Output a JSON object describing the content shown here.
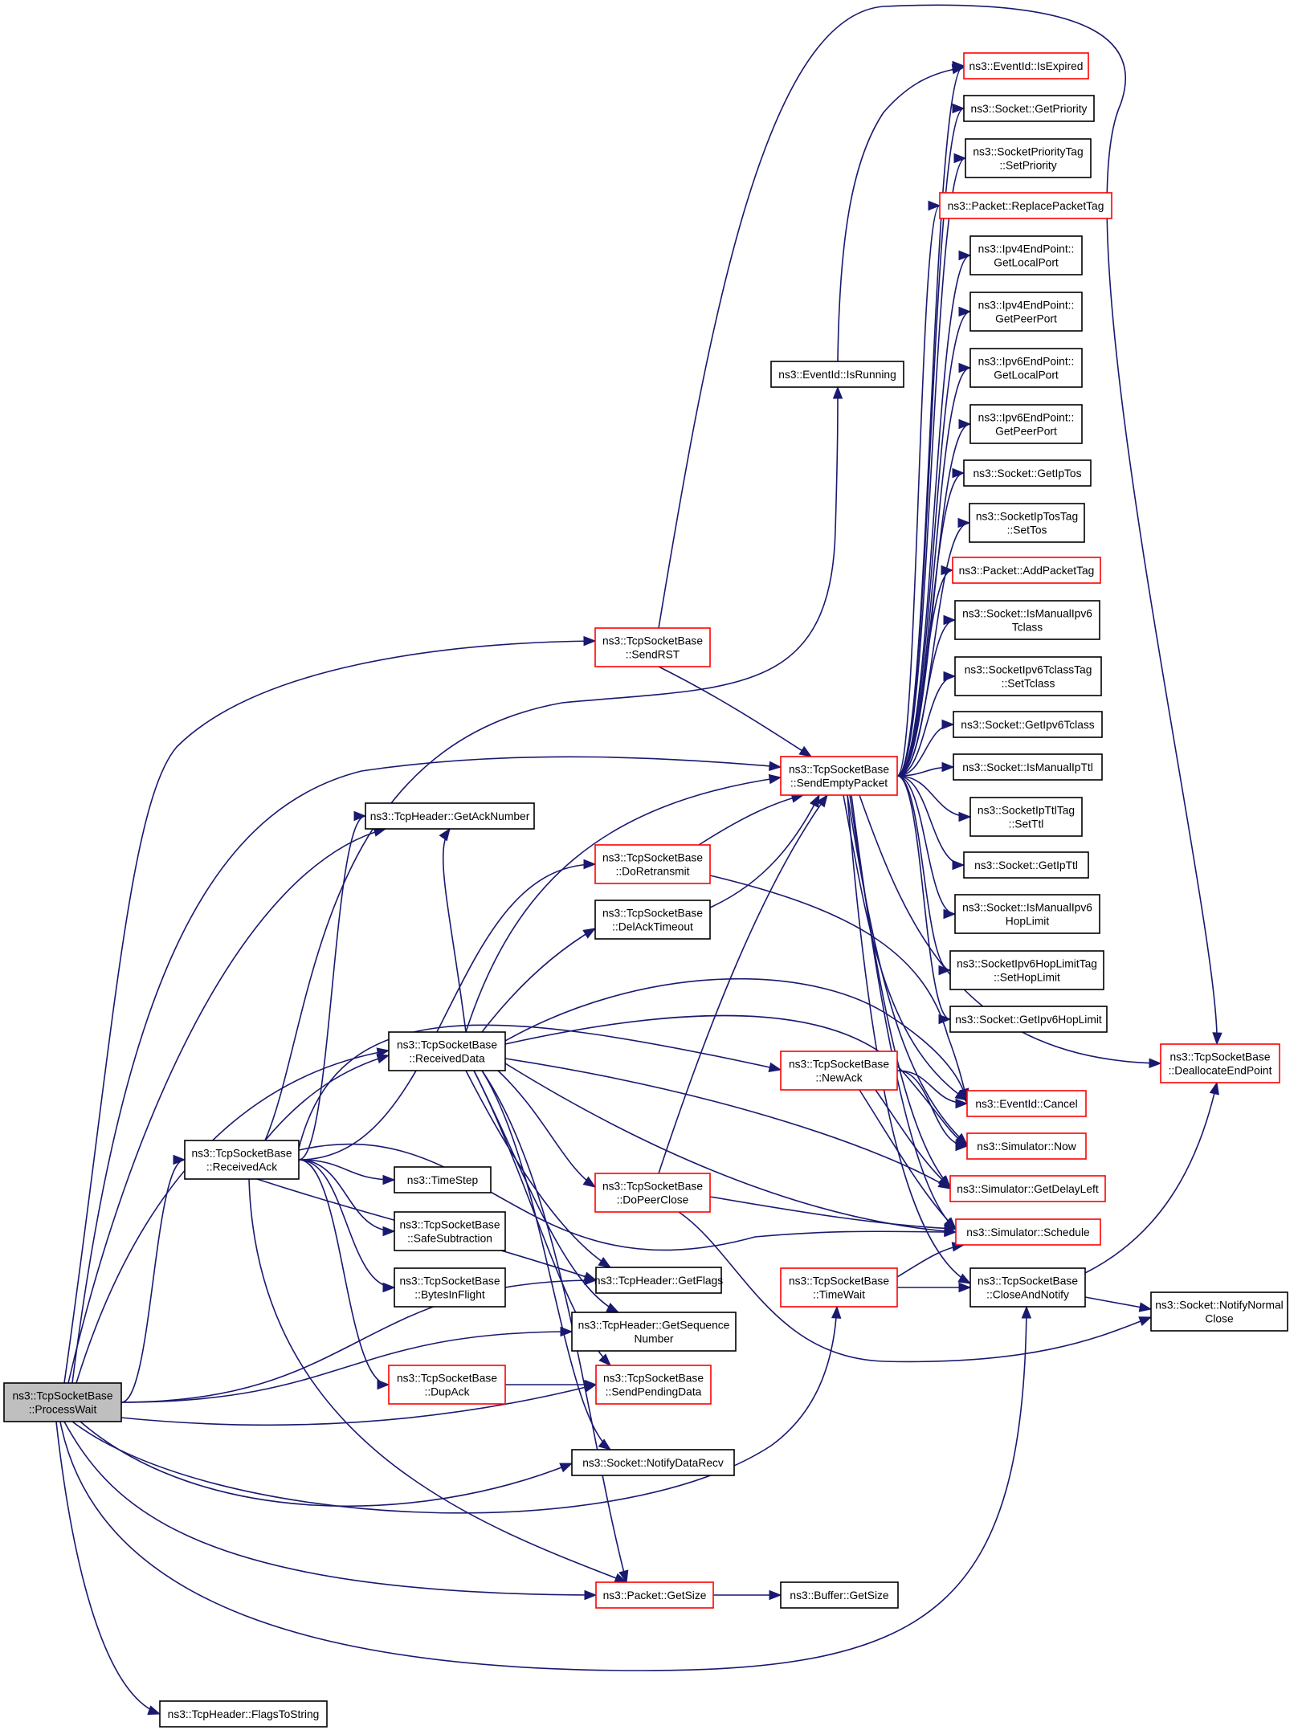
{
  "colors": {
    "edge": "#191970",
    "node_border_default": "#000000",
    "node_border_incomplete": "#ff0000",
    "root_fill": "#bfbfbf",
    "node_fill": "#ffffff"
  },
  "nodes": [
    {
      "id": "ProcessWait",
      "lines": [
        "ns3::TcpSocketBase",
        "::ProcessWait"
      ],
      "style": "root"
    },
    {
      "id": "FlagsToString",
      "lines": [
        "ns3::TcpHeader::FlagsToString"
      ],
      "style": "normal"
    },
    {
      "id": "ReceivedAck",
      "lines": [
        "ns3::TcpSocketBase",
        "::ReceivedAck"
      ],
      "style": "normal"
    },
    {
      "id": "ReceivedData",
      "lines": [
        "ns3::TcpSocketBase",
        "::ReceivedData"
      ],
      "style": "normal"
    },
    {
      "id": "SendRST",
      "lines": [
        "ns3::TcpSocketBase",
        "::SendRST"
      ],
      "style": "red"
    },
    {
      "id": "GetAckNumber",
      "lines": [
        "ns3::TcpHeader::GetAckNumber"
      ],
      "style": "normal"
    },
    {
      "id": "TimeStep",
      "lines": [
        "ns3::TimeStep"
      ],
      "style": "normal"
    },
    {
      "id": "SafeSubtraction",
      "lines": [
        "ns3::TcpSocketBase",
        "::SafeSubtraction"
      ],
      "style": "normal"
    },
    {
      "id": "BytesInFlight",
      "lines": [
        "ns3::TcpSocketBase",
        "::BytesInFlight"
      ],
      "style": "normal"
    },
    {
      "id": "DupAck",
      "lines": [
        "ns3::TcpSocketBase",
        "::DupAck"
      ],
      "style": "red"
    },
    {
      "id": "DoRetransmit",
      "lines": [
        "ns3::TcpSocketBase",
        "::DoRetransmit"
      ],
      "style": "red"
    },
    {
      "id": "DelAckTimeout",
      "lines": [
        "ns3::TcpSocketBase",
        "::DelAckTimeout"
      ],
      "style": "normal"
    },
    {
      "id": "DoPeerClose",
      "lines": [
        "ns3::TcpSocketBase",
        "::DoPeerClose"
      ],
      "style": "red"
    },
    {
      "id": "TcpGetFlags",
      "lines": [
        "ns3::TcpHeader::GetFlags"
      ],
      "style": "normal"
    },
    {
      "id": "GetSequenceNumber",
      "lines": [
        "ns3::TcpHeader::GetSequence",
        "Number"
      ],
      "style": "normal"
    },
    {
      "id": "SendPendingData",
      "lines": [
        "ns3::TcpSocketBase",
        "::SendPendingData"
      ],
      "style": "red"
    },
    {
      "id": "NotifyDataRecv",
      "lines": [
        "ns3::Socket::NotifyDataRecv"
      ],
      "style": "normal"
    },
    {
      "id": "PacketGetSize",
      "lines": [
        "ns3::Packet::GetSize"
      ],
      "style": "red"
    },
    {
      "id": "BufferGetSize",
      "lines": [
        "ns3::Buffer::GetSize"
      ],
      "style": "normal"
    },
    {
      "id": "IsRunning",
      "lines": [
        "ns3::EventId::IsRunning"
      ],
      "style": "normal"
    },
    {
      "id": "SendEmptyPacket",
      "lines": [
        "ns3::TcpSocketBase",
        "::SendEmptyPacket"
      ],
      "style": "red"
    },
    {
      "id": "NewAck",
      "lines": [
        "ns3::TcpSocketBase",
        "::NewAck"
      ],
      "style": "red"
    },
    {
      "id": "TimeWait",
      "lines": [
        "ns3::TcpSocketBase",
        "::TimeWait"
      ],
      "style": "red"
    },
    {
      "id": "IsExpired",
      "lines": [
        "ns3::EventId::IsExpired"
      ],
      "style": "red"
    },
    {
      "id": "GetPriority",
      "lines": [
        "ns3::Socket::GetPriority"
      ],
      "style": "normal"
    },
    {
      "id": "SetPriority",
      "lines": [
        "ns3::SocketPriorityTag",
        "::SetPriority"
      ],
      "style": "normal"
    },
    {
      "id": "ReplacePacketTag",
      "lines": [
        "ns3::Packet::ReplacePacketTag"
      ],
      "style": "red"
    },
    {
      "id": "Ipv4GetLocalPort",
      "lines": [
        "ns3::Ipv4EndPoint::",
        "GetLocalPort"
      ],
      "style": "normal"
    },
    {
      "id": "Ipv4GetPeerPort",
      "lines": [
        "ns3::Ipv4EndPoint::",
        "GetPeerPort"
      ],
      "style": "normal"
    },
    {
      "id": "Ipv6GetLocalPort",
      "lines": [
        "ns3::Ipv6EndPoint::",
        "GetLocalPort"
      ],
      "style": "normal"
    },
    {
      "id": "Ipv6GetPeerPort",
      "lines": [
        "ns3::Ipv6EndPoint::",
        "GetPeerPort"
      ],
      "style": "normal"
    },
    {
      "id": "GetIpTos",
      "lines": [
        "ns3::Socket::GetIpTos"
      ],
      "style": "normal"
    },
    {
      "id": "SetTos",
      "lines": [
        "ns3::SocketIpTosTag",
        "::SetTos"
      ],
      "style": "normal"
    },
    {
      "id": "AddPacketTag",
      "lines": [
        "ns3::Packet::AddPacketTag"
      ],
      "style": "red"
    },
    {
      "id": "IsManualIpv6Tclass",
      "lines": [
        "ns3::Socket::IsManualIpv6",
        "Tclass"
      ],
      "style": "normal"
    },
    {
      "id": "SetTclass",
      "lines": [
        "ns3::SocketIpv6TclassTag",
        "::SetTclass"
      ],
      "style": "normal"
    },
    {
      "id": "GetIpv6Tclass",
      "lines": [
        "ns3::Socket::GetIpv6Tclass"
      ],
      "style": "normal"
    },
    {
      "id": "IsManualIpTtl",
      "lines": [
        "ns3::Socket::IsManualIpTtl"
      ],
      "style": "normal"
    },
    {
      "id": "SetTtl",
      "lines": [
        "ns3::SocketIpTtlTag",
        "::SetTtl"
      ],
      "style": "normal"
    },
    {
      "id": "GetIpTtl",
      "lines": [
        "ns3::Socket::GetIpTtl"
      ],
      "style": "normal"
    },
    {
      "id": "IsManualIpv6HopLimit",
      "lines": [
        "ns3::Socket::IsManualIpv6",
        "HopLimit"
      ],
      "style": "normal"
    },
    {
      "id": "SetHopLimit",
      "lines": [
        "ns3::SocketIpv6HopLimitTag",
        "::SetHopLimit"
      ],
      "style": "normal"
    },
    {
      "id": "GetIpv6HopLimit",
      "lines": [
        "ns3::Socket::GetIpv6HopLimit"
      ],
      "style": "normal"
    },
    {
      "id": "EventIdCancel",
      "lines": [
        "ns3::EventId::Cancel"
      ],
      "style": "red"
    },
    {
      "id": "SimulatorNow",
      "lines": [
        "ns3::Simulator::Now"
      ],
      "style": "red"
    },
    {
      "id": "GetDelayLeft",
      "lines": [
        "ns3::Simulator::GetDelayLeft"
      ],
      "style": "red"
    },
    {
      "id": "Schedule",
      "lines": [
        "ns3::Simulator::Schedule"
      ],
      "style": "red"
    },
    {
      "id": "CloseAndNotify",
      "lines": [
        "ns3::TcpSocketBase",
        "::CloseAndNotify"
      ],
      "style": "normal"
    },
    {
      "id": "DeallocateEndPoint",
      "lines": [
        "ns3::TcpSocketBase",
        "::DeallocateEndPoint"
      ],
      "style": "red"
    },
    {
      "id": "NotifyNormalClose",
      "lines": [
        "ns3::Socket::NotifyNormal",
        "Close"
      ],
      "style": "normal"
    }
  ],
  "edges": [
    [
      "ProcessWait",
      "SendRST"
    ],
    [
      "ProcessWait",
      "SendEmptyPacket"
    ],
    [
      "ProcessWait",
      "GetAckNumber"
    ],
    [
      "ProcessWait",
      "ReceivedData"
    ],
    [
      "ProcessWait",
      "ReceivedAck"
    ],
    [
      "ProcessWait",
      "TcpGetFlags"
    ],
    [
      "ProcessWait",
      "GetSequenceNumber"
    ],
    [
      "ProcessWait",
      "SendPendingData"
    ],
    [
      "ProcessWait",
      "NotifyDataRecv"
    ],
    [
      "ProcessWait",
      "TimeWait"
    ],
    [
      "ProcessWait",
      "PacketGetSize"
    ],
    [
      "ProcessWait",
      "CloseAndNotify"
    ],
    [
      "ProcessWait",
      "FlagsToString"
    ],
    [
      "ReceivedAck",
      "GetAckNumber"
    ],
    [
      "ReceivedAck",
      "ReceivedData"
    ],
    [
      "ReceivedAck",
      "DoRetransmit"
    ],
    [
      "ReceivedAck",
      "IsRunning"
    ],
    [
      "ReceivedAck",
      "NewAck"
    ],
    [
      "ReceivedAck",
      "TimeStep"
    ],
    [
      "ReceivedAck",
      "SafeSubtraction"
    ],
    [
      "ReceivedAck",
      "BytesInFlight"
    ],
    [
      "ReceivedAck",
      "DupAck"
    ],
    [
      "ReceivedAck",
      "TcpGetFlags"
    ],
    [
      "ReceivedAck",
      "PacketGetSize"
    ],
    [
      "ReceivedAck",
      "Schedule"
    ],
    [
      "ReceivedData",
      "SendEmptyPacket"
    ],
    [
      "ReceivedData",
      "GetAckNumber"
    ],
    [
      "ReceivedData",
      "DelAckTimeout"
    ],
    [
      "ReceivedData",
      "EventIdCancel"
    ],
    [
      "ReceivedData",
      "SimulatorNow"
    ],
    [
      "ReceivedData",
      "GetDelayLeft"
    ],
    [
      "ReceivedData",
      "Schedule"
    ],
    [
      "ReceivedData",
      "DoPeerClose"
    ],
    [
      "ReceivedData",
      "TcpGetFlags"
    ],
    [
      "ReceivedData",
      "GetSequenceNumber"
    ],
    [
      "ReceivedData",
      "SendPendingData"
    ],
    [
      "ReceivedData",
      "NotifyDataRecv"
    ],
    [
      "ReceivedData",
      "PacketGetSize"
    ],
    [
      "SendRST",
      "SendEmptyPacket"
    ],
    [
      "SendRST",
      "DeallocateEndPoint"
    ],
    [
      "DupAck",
      "SendPendingData"
    ],
    [
      "DoRetransmit",
      "SendEmptyPacket"
    ],
    [
      "DoRetransmit",
      "EventIdCancel"
    ],
    [
      "DelAckTimeout",
      "SendEmptyPacket"
    ],
    [
      "DoPeerClose",
      "SendEmptyPacket"
    ],
    [
      "DoPeerClose",
      "Schedule"
    ],
    [
      "DoPeerClose",
      "NotifyNormalClose"
    ],
    [
      "PacketGetSize",
      "BufferGetSize"
    ],
    [
      "IsRunning",
      "IsExpired"
    ],
    [
      "NewAck",
      "EventIdCancel"
    ],
    [
      "NewAck",
      "SimulatorNow"
    ],
    [
      "NewAck",
      "GetDelayLeft"
    ],
    [
      "NewAck",
      "Schedule"
    ],
    [
      "TimeWait",
      "CloseAndNotify"
    ],
    [
      "TimeWait",
      "Schedule"
    ],
    [
      "CloseAndNotify",
      "DeallocateEndPoint"
    ],
    [
      "CloseAndNotify",
      "NotifyNormalClose"
    ],
    [
      "SendEmptyPacket",
      "IsExpired"
    ],
    [
      "SendEmptyPacket",
      "GetPriority"
    ],
    [
      "SendEmptyPacket",
      "SetPriority"
    ],
    [
      "SendEmptyPacket",
      "ReplacePacketTag"
    ],
    [
      "SendEmptyPacket",
      "Ipv4GetLocalPort"
    ],
    [
      "SendEmptyPacket",
      "Ipv4GetPeerPort"
    ],
    [
      "SendEmptyPacket",
      "Ipv6GetLocalPort"
    ],
    [
      "SendEmptyPacket",
      "Ipv6GetPeerPort"
    ],
    [
      "SendEmptyPacket",
      "GetIpTos"
    ],
    [
      "SendEmptyPacket",
      "SetTos"
    ],
    [
      "SendEmptyPacket",
      "AddPacketTag"
    ],
    [
      "SendEmptyPacket",
      "IsManualIpv6Tclass"
    ],
    [
      "SendEmptyPacket",
      "SetTclass"
    ],
    [
      "SendEmptyPacket",
      "GetIpv6Tclass"
    ],
    [
      "SendEmptyPacket",
      "IsManualIpTtl"
    ],
    [
      "SendEmptyPacket",
      "SetTtl"
    ],
    [
      "SendEmptyPacket",
      "GetIpTtl"
    ],
    [
      "SendEmptyPacket",
      "IsManualIpv6HopLimit"
    ],
    [
      "SendEmptyPacket",
      "SetHopLimit"
    ],
    [
      "SendEmptyPacket",
      "GetIpv6HopLimit"
    ],
    [
      "SendEmptyPacket",
      "EventIdCancel"
    ],
    [
      "SendEmptyPacket",
      "SimulatorNow"
    ],
    [
      "SendEmptyPacket",
      "GetDelayLeft"
    ],
    [
      "SendEmptyPacket",
      "Schedule"
    ],
    [
      "SendEmptyPacket",
      "CloseAndNotify"
    ],
    [
      "SendEmptyPacket",
      "DeallocateEndPoint"
    ]
  ]
}
